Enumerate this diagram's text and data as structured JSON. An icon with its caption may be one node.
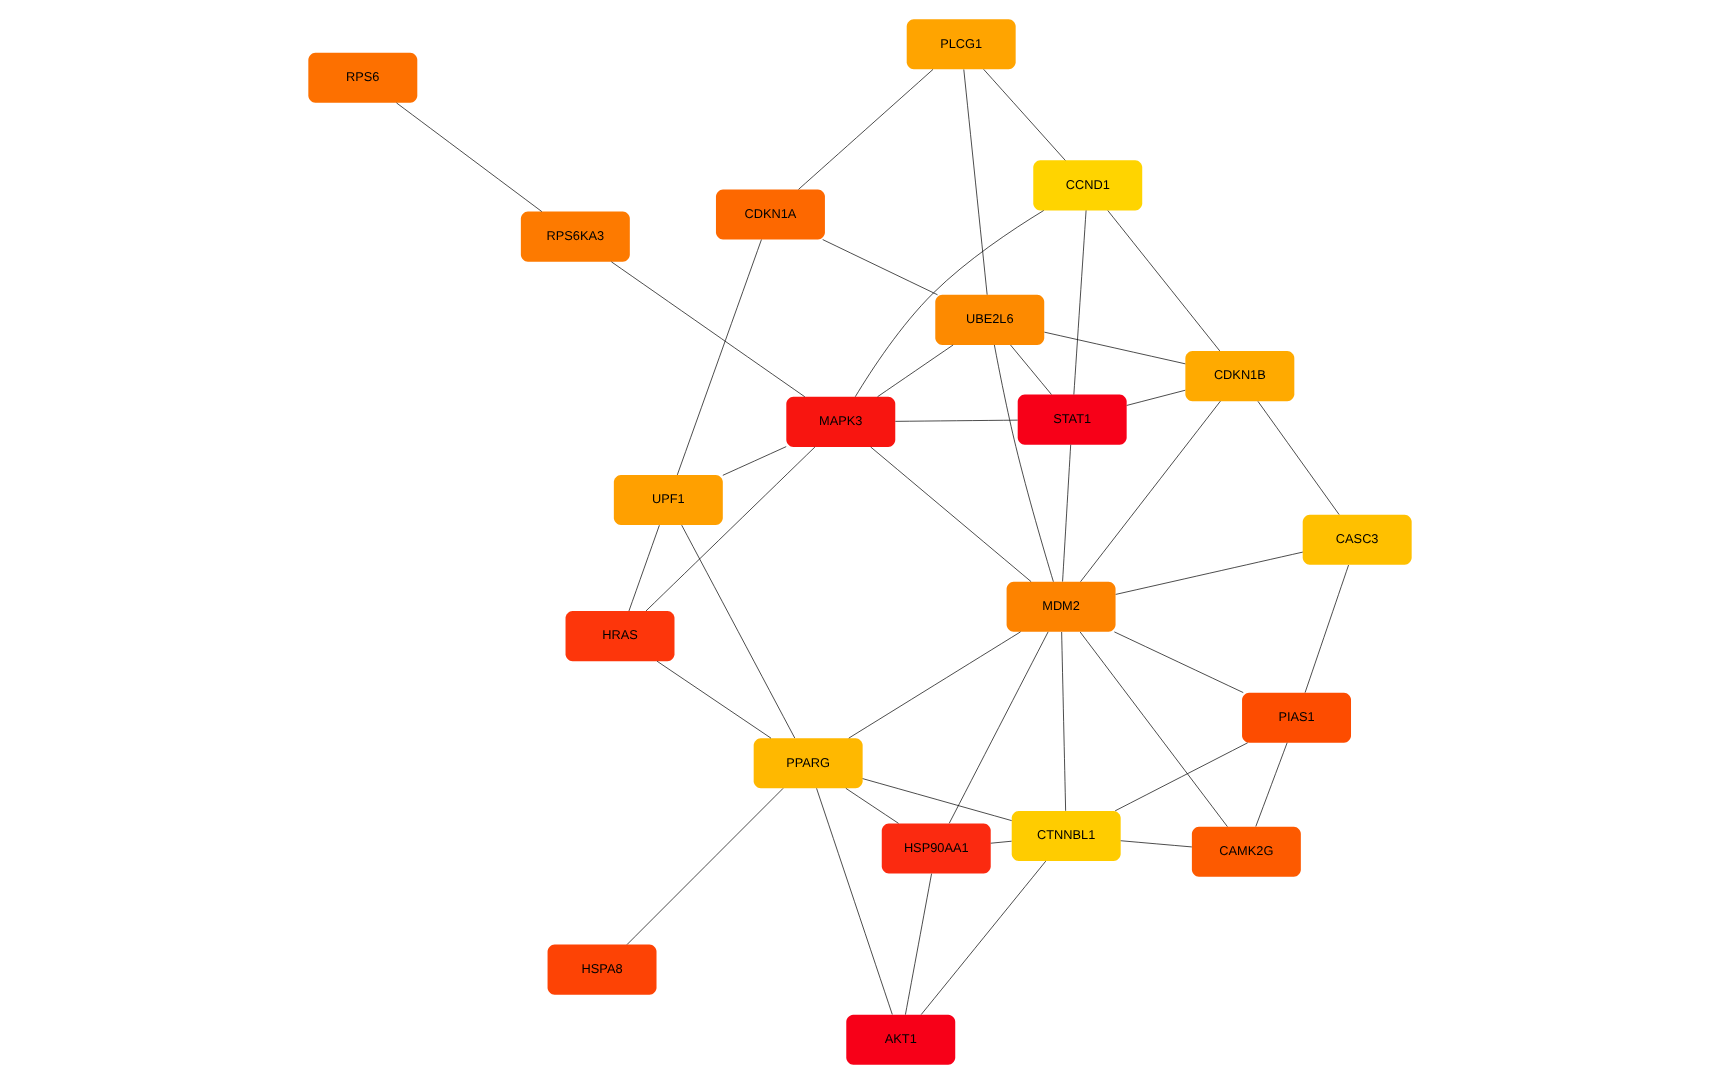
{
  "diagram": {
    "nodes": [
      {
        "text": [
          "CAMK2G"
        ]
      },
      {
        "text": [
          "HSP90AA1"
        ]
      },
      {
        "text": [
          "AKT1"
        ]
      },
      {
        "text": [
          "RPS6"
        ]
      },
      {
        "text": [
          "PIAS1"
        ]
      },
      {
        "text": [
          "CTNNBL1"
        ]
      },
      {
        "text": [
          "PPARG"
        ]
      },
      {
        "text": [
          "HSPA8"
        ]
      },
      {
        "text": [
          "CASC3"
        ]
      },
      {
        "text": [
          "MDM2"
        ]
      },
      {
        "text": [
          "RPS6KA3"
        ]
      },
      {
        "text": [
          "HRAS"
        ]
      },
      {
        "text": [
          "CDKN1B"
        ]
      },
      {
        "text": [
          "UBE2L6"
        ]
      },
      {
        "text": [
          "MAPK3"
        ]
      },
      {
        "text": [
          "UPF1"
        ]
      },
      {
        "text": [
          "STAT1"
        ]
      },
      {
        "text": [
          "CCND1"
        ]
      },
      {
        "text": [
          "PLCG1"
        ]
      },
      {
        "text": [
          "CDKN1A"
        ]
      }
    ],
    "edges": [
      {
        "from": 0,
        "to": 4,
        "arrow": "none"
      },
      {
        "from": 4,
        "to": 8,
        "arrow": "none"
      },
      {
        "from": 8,
        "to": 12,
        "arrow": "none"
      },
      {
        "from": 12,
        "to": 16,
        "arrow": "none"
      },
      {
        "from": 1,
        "to": 2,
        "arrow": "none"
      },
      {
        "from": 1,
        "to": 6,
        "arrow": "none"
      },
      {
        "from": 0,
        "to": 5,
        "arrow": "none"
      },
      {
        "from": 0,
        "to": 9,
        "arrow": "none"
      },
      {
        "from": 1,
        "to": 5,
        "arrow": "none"
      },
      {
        "from": 1,
        "to": 9,
        "arrow": "none"
      },
      {
        "from": 2,
        "to": 5,
        "arrow": "none"
      },
      {
        "from": 2,
        "to": 6,
        "arrow": "none"
      },
      {
        "from": 3,
        "to": 10,
        "arrow": "none"
      },
      {
        "from": 4,
        "to": 5,
        "arrow": "none"
      },
      {
        "from": 4,
        "to": 9,
        "arrow": "none"
      },
      {
        "from": 5,
        "to": 6,
        "arrow": "none"
      },
      {
        "from": 5,
        "to": 9,
        "arrow": "none"
      },
      {
        "from": 6,
        "to": 7,
        "arrow": "none"
      },
      {
        "from": 6,
        "to": 11,
        "arrow": "none"
      },
      {
        "from": 6,
        "to": 15,
        "arrow": "none"
      },
      {
        "from": 6,
        "to": 9,
        "arrow": "none"
      },
      {
        "from": 8,
        "to": 9,
        "arrow": "none"
      },
      {
        "from": 9,
        "to": 12,
        "arrow": "none"
      },
      {
        "from": 9,
        "to": 13,
        "arrow": "none"
      },
      {
        "from": 9,
        "to": 14,
        "arrow": "none"
      },
      {
        "from": 9,
        "to": 16,
        "arrow": "none"
      },
      {
        "from": 10,
        "to": 14,
        "arrow": "none"
      },
      {
        "from": 11,
        "to": 14,
        "arrow": "none"
      },
      {
        "from": 11,
        "to": 15,
        "arrow": "none"
      },
      {
        "from": 12,
        "to": 13,
        "arrow": "none"
      },
      {
        "from": 12,
        "to": 17,
        "arrow": "none"
      },
      {
        "from": 13,
        "to": 14,
        "arrow": "none"
      },
      {
        "from": 13,
        "to": 16,
        "arrow": "none"
      },
      {
        "from": 13,
        "to": 18,
        "arrow": "none"
      },
      {
        "from": 13,
        "to": 19,
        "arrow": "none"
      },
      {
        "from": 14,
        "to": 15,
        "arrow": "none"
      },
      {
        "from": 14,
        "to": 17,
        "arrow": "none"
      },
      {
        "from": 15,
        "to": 19,
        "arrow": "none"
      },
      {
        "from": 16,
        "to": 17,
        "arrow": "none"
      },
      {
        "from": 16,
        "to": 14,
        "arrow": "none"
      },
      {
        "from": 17,
        "to": 18,
        "arrow": "none"
      },
      {
        "from": 18,
        "to": 19,
        "arrow": "none"
      }
    ]
  }
}
